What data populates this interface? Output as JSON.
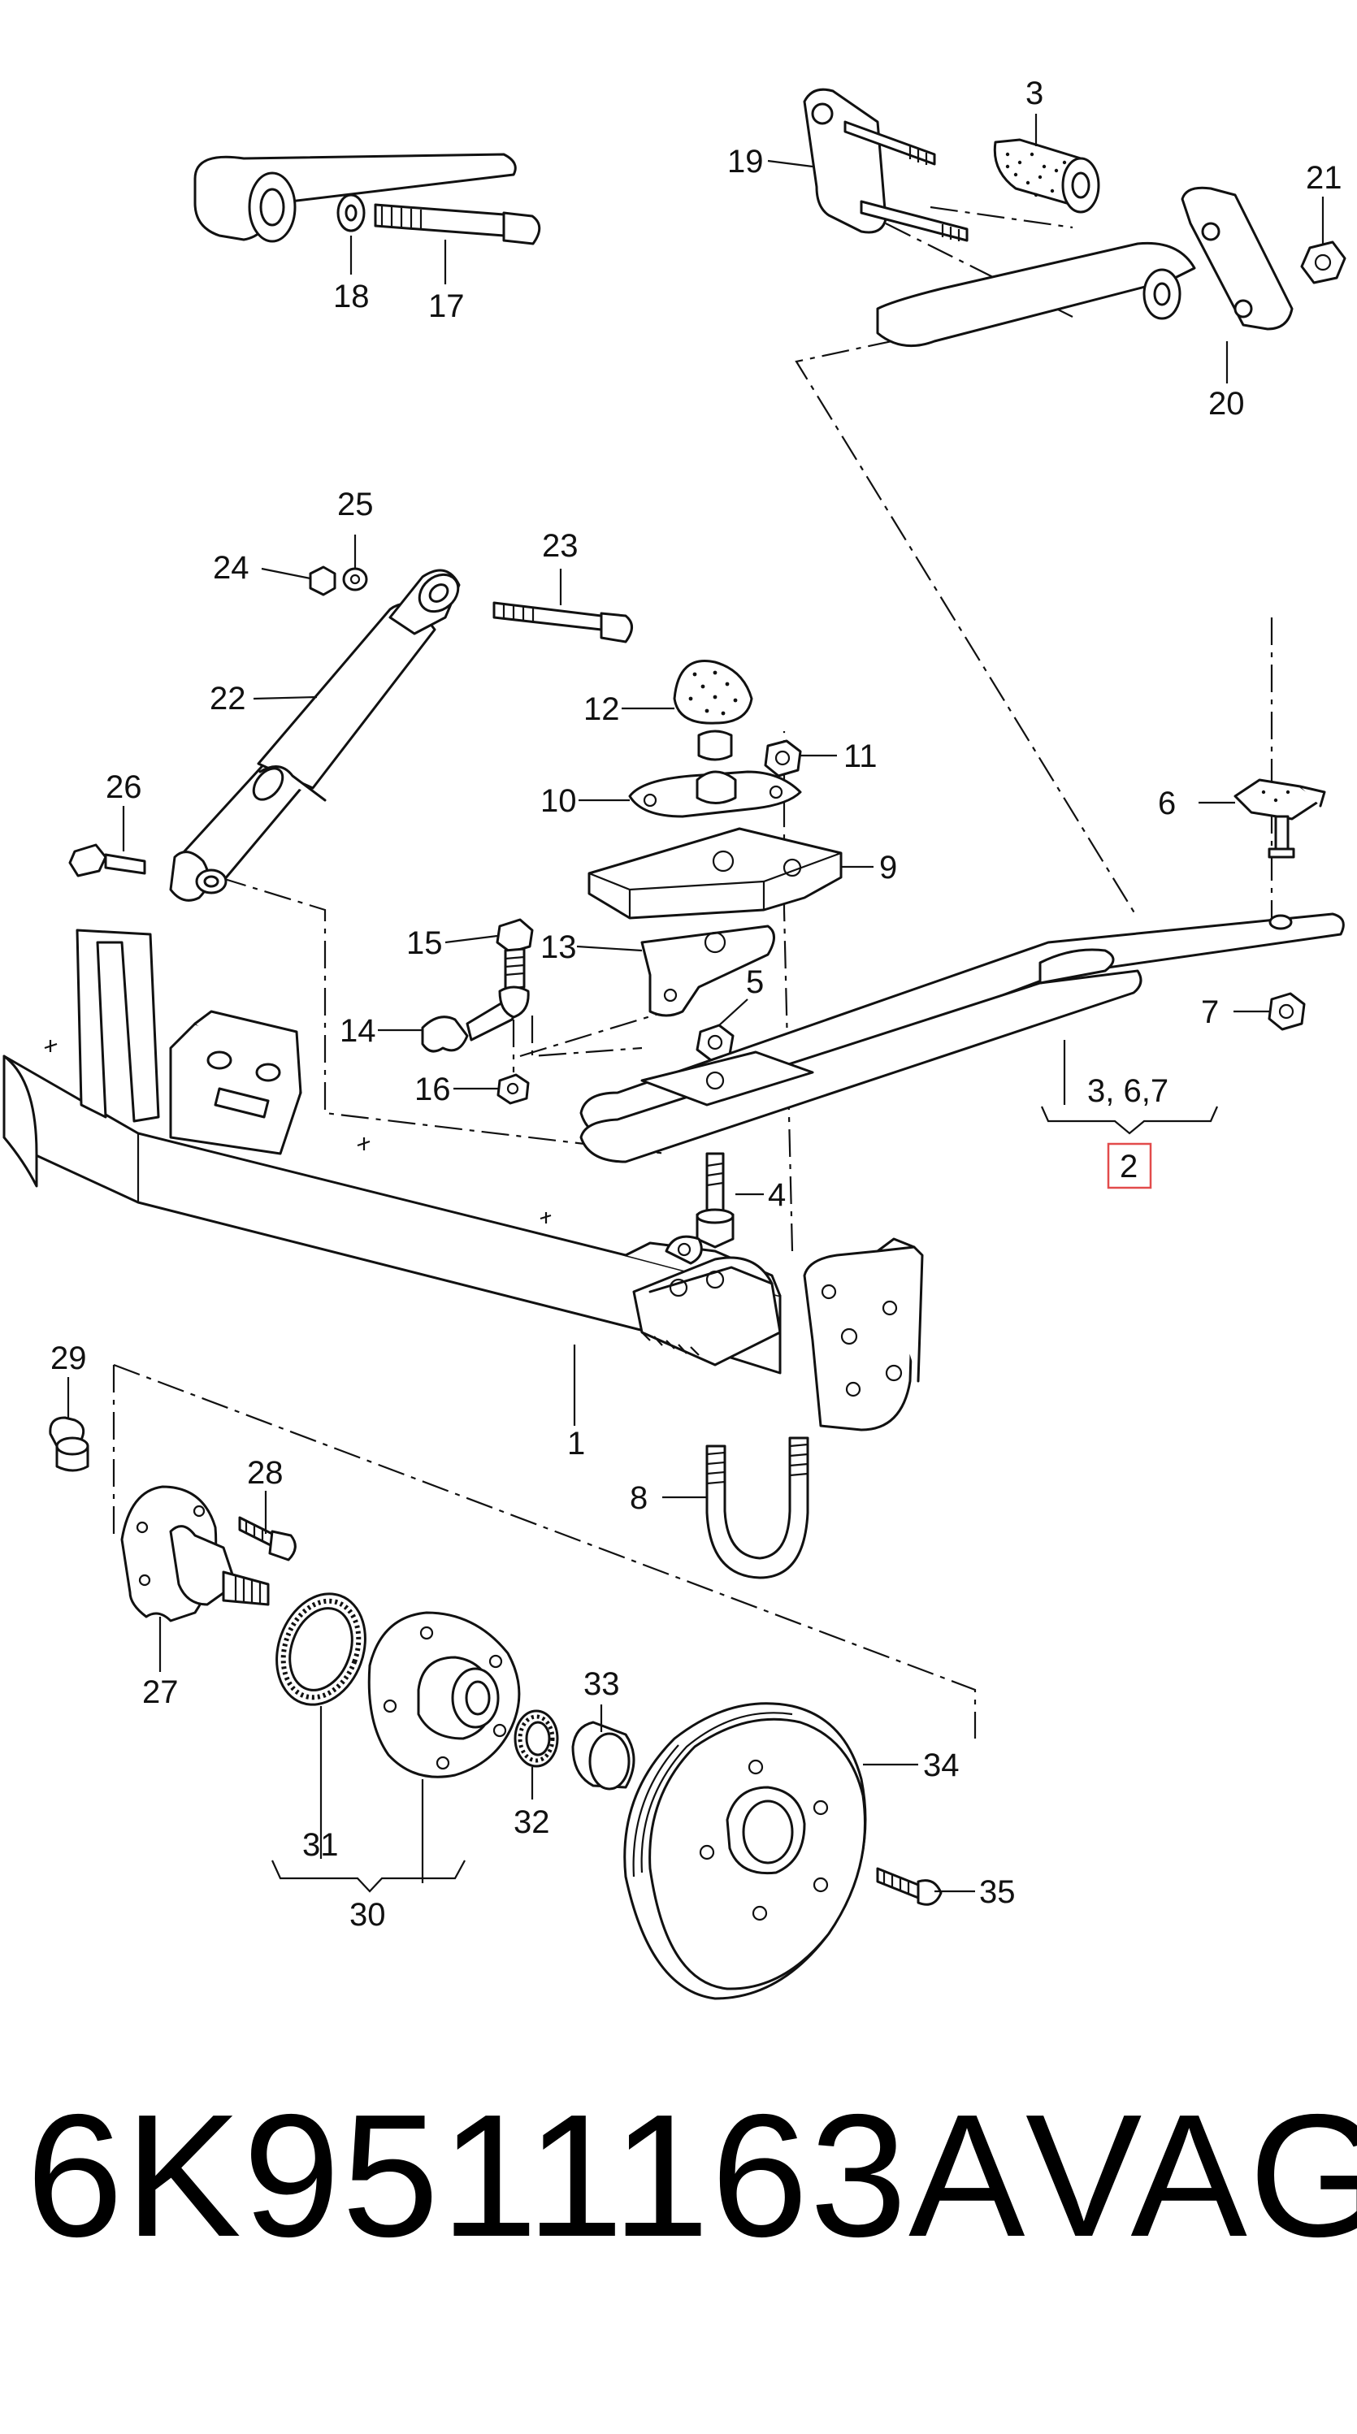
{
  "diagram": {
    "callouts": {
      "c1": "1",
      "c2": "2",
      "c3": "3",
      "c4": "4",
      "c5": "5",
      "c6": "6",
      "c7": "7",
      "c8": "8",
      "c9": "9",
      "c10": "10",
      "c11": "11",
      "c12": "12",
      "c13": "13",
      "c14": "14",
      "c15": "15",
      "c16": "16",
      "c17": "17",
      "c18": "18",
      "c19": "19",
      "c20": "20",
      "c21": "21",
      "c22": "22",
      "c23": "23",
      "c24": "24",
      "c25": "25",
      "c26": "26",
      "c27": "27",
      "c28": "28",
      "c29": "29",
      "c30": "30",
      "c31": "31",
      "c32": "32",
      "c33": "33",
      "c34": "34",
      "c35": "35",
      "c_group_367": "3, 6,7"
    },
    "highlight_color": "#e24b4b"
  },
  "footer": {
    "part_number": "6K9511163A",
    "brand": "VAG"
  }
}
